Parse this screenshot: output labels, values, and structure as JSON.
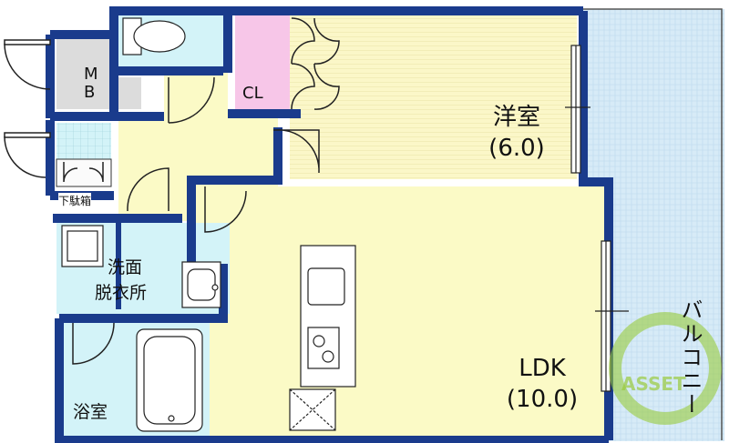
{
  "rooms": {
    "western": {
      "name": "洋室",
      "size": "(6.0)"
    },
    "ldk": {
      "name": "LDK",
      "size": "(10.0)"
    },
    "closet": {
      "name": "CL"
    },
    "meter_box": {
      "name_line1": "M",
      "name_line2": "B"
    },
    "shoe_box": {
      "name": "下駄箱"
    },
    "washroom": {
      "name_line1": "洗面",
      "name_line2": "脱衣所"
    },
    "bathroom": {
      "name": "浴室"
    },
    "balcony": {
      "name": "バルコニー"
    }
  },
  "watermark": {
    "text": "ASSET"
  },
  "colors": {
    "wall": "#1a3b8c",
    "western_floor": "#fbf7c8",
    "ldk_floor": "#fbfac6",
    "wet_area": "#d3f3f8",
    "closet": "#f7c6e8",
    "balcony": "#d7ebf7",
    "gray": "#dcdcdc"
  }
}
